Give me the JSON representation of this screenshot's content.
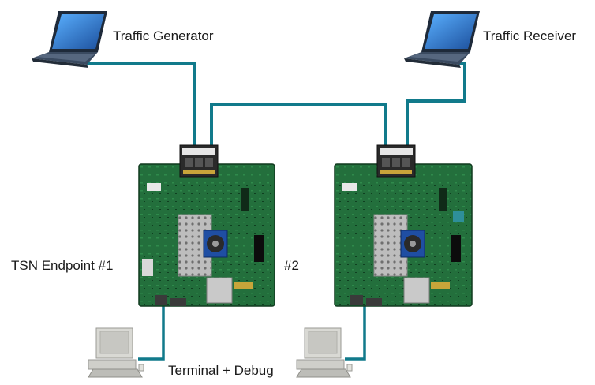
{
  "labels": {
    "traffic_generator": "Traffic Generator",
    "traffic_receiver": "Traffic Receiver",
    "endpoint_1": "TSN Endpoint #1",
    "endpoint_2": "#2",
    "terminal": "Terminal + Debug"
  },
  "colors": {
    "cable": "#117a8b",
    "board": "#1f6b3a",
    "board_dark": "#134a27",
    "heatsink": "#b9b9b9",
    "fan": "#1f4ea3",
    "laptop_body": "#2e3b4e",
    "laptop_screen": "#2f7fd6",
    "pc_beige": "#d4d4cf"
  },
  "icons": [
    "laptop-icon",
    "desktop-pc-icon",
    "fpga-board-icon",
    "ethernet-switch-module-icon"
  ]
}
